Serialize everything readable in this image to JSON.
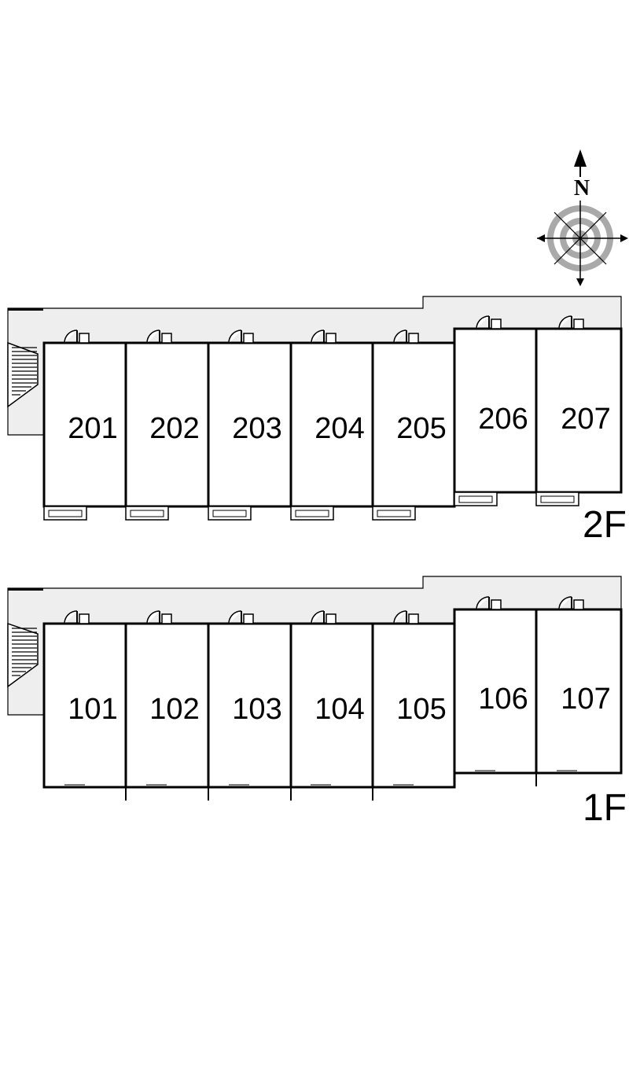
{
  "compass": {
    "north_label": "N",
    "icon": "compass-rose-icon"
  },
  "floors": [
    {
      "label": "2F",
      "units": [
        "201",
        "202",
        "203",
        "204",
        "205",
        "206",
        "207"
      ],
      "balconies": true
    },
    {
      "label": "1F",
      "units": [
        "101",
        "102",
        "103",
        "104",
        "105",
        "106",
        "107"
      ],
      "balconies": false
    }
  ],
  "colors": {
    "corridor": "#eeeeee",
    "wall": "#000000",
    "compass_ring": "#a9a9a9"
  }
}
